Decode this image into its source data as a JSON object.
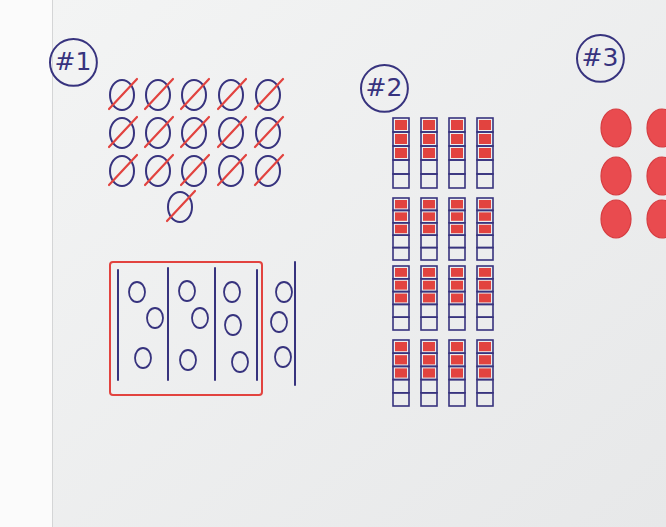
{
  "diagram": {
    "nodes": [
      {
        "text": [
          "#1"
        ]
      },
      {
        "text": [
          "#2"
        ]
      },
      {
        "text": [
          "#3"
        ]
      }
    ]
  }
}
